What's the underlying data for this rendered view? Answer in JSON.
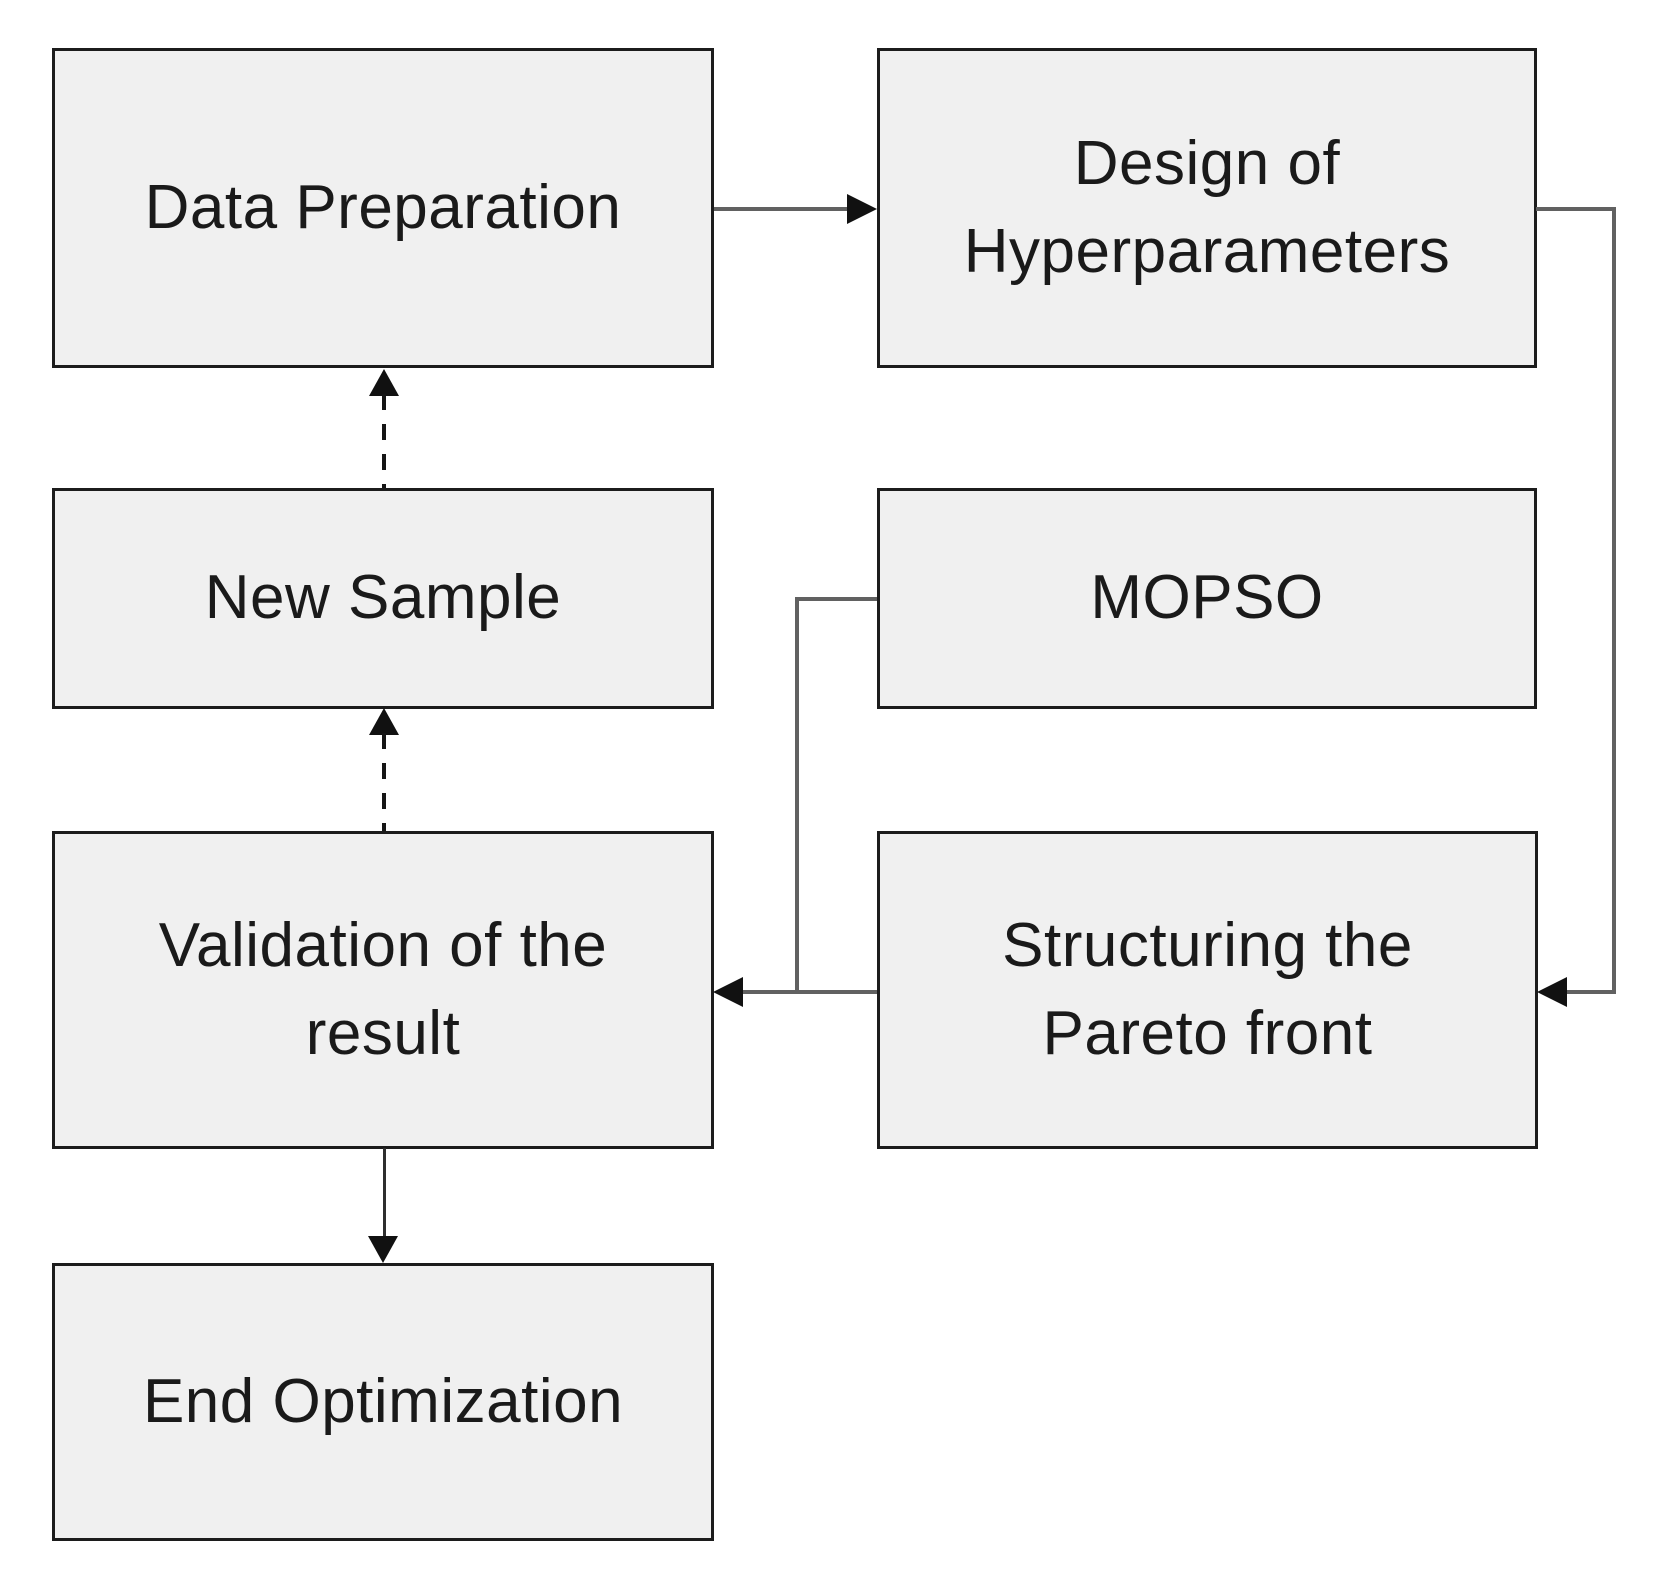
{
  "diagram_type": "flowchart",
  "colors": {
    "bg": "#ffffff",
    "box-fill": "#f0f0f0",
    "box-border": "#1c1c1c",
    "connector": "#616161",
    "arrowhead": "#111111",
    "dash": "#151515",
    "text": "#1a1a1a"
  },
  "nodes": {
    "data_preparation": {
      "label": "Data Preparation"
    },
    "design_of_hyperparameters": {
      "label": "Design of\nHyperparameters"
    },
    "new_sample": {
      "label": "New Sample"
    },
    "mopso": {
      "label": "MOPSO"
    },
    "validation_of_the_result": {
      "label": "Validation of the\nresult"
    },
    "structuring_the_pareto_front": {
      "label": "Structuring the\nPareto front"
    },
    "end_optimization": {
      "label": "End Optimization"
    }
  },
  "edges": [
    {
      "from": "data_preparation",
      "to": "design_of_hyperparameters",
      "style": "solid",
      "arrow": "into-left-side"
    },
    {
      "from": "design_of_hyperparameters",
      "to": "structuring_the_pareto_front",
      "style": "solid",
      "route": "right-down-left",
      "arrow": "into-right-side"
    },
    {
      "from": "mopso",
      "to": "validation_of_the_result",
      "style": "solid",
      "route": "left-down-left",
      "arrow": "into-right-side"
    },
    {
      "from": "structuring_the_pareto_front",
      "to": "validation_of_the_result",
      "style": "solid",
      "arrow": "into-right-side"
    },
    {
      "from": "validation_of_the_result",
      "to": "new_sample",
      "style": "dashed",
      "arrow": "into-bottom-side"
    },
    {
      "from": "new_sample",
      "to": "data_preparation",
      "style": "dashed",
      "arrow": "into-bottom-side"
    },
    {
      "from": "validation_of_the_result",
      "to": "end_optimization",
      "style": "solid",
      "arrow": "into-top-side"
    }
  ]
}
